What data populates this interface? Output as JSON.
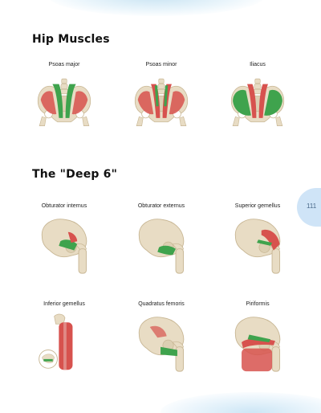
{
  "colors": {
    "bone": "#e8dcc4",
    "bone_shade": "#c9b896",
    "muscle_red": "#d7524e",
    "muscle_highlight": "#3fa34d",
    "tab": "#cfe4f7"
  },
  "sections": [
    {
      "title": "Hip Muscles",
      "figures": [
        {
          "caption": "Psoas major"
        },
        {
          "caption": "Psoas minor"
        },
        {
          "caption": "Iliacus"
        }
      ]
    },
    {
      "title": "The \"Deep 6\"",
      "figures": [
        {
          "caption": "Obturator internus"
        },
        {
          "caption": "Obturator  externus"
        },
        {
          "caption": "Superior gemellus"
        },
        {
          "caption": "Inferior gemellus"
        },
        {
          "caption": "Quadratus femoris"
        },
        {
          "caption": "Piriformis"
        }
      ]
    }
  ],
  "page_number": "111"
}
